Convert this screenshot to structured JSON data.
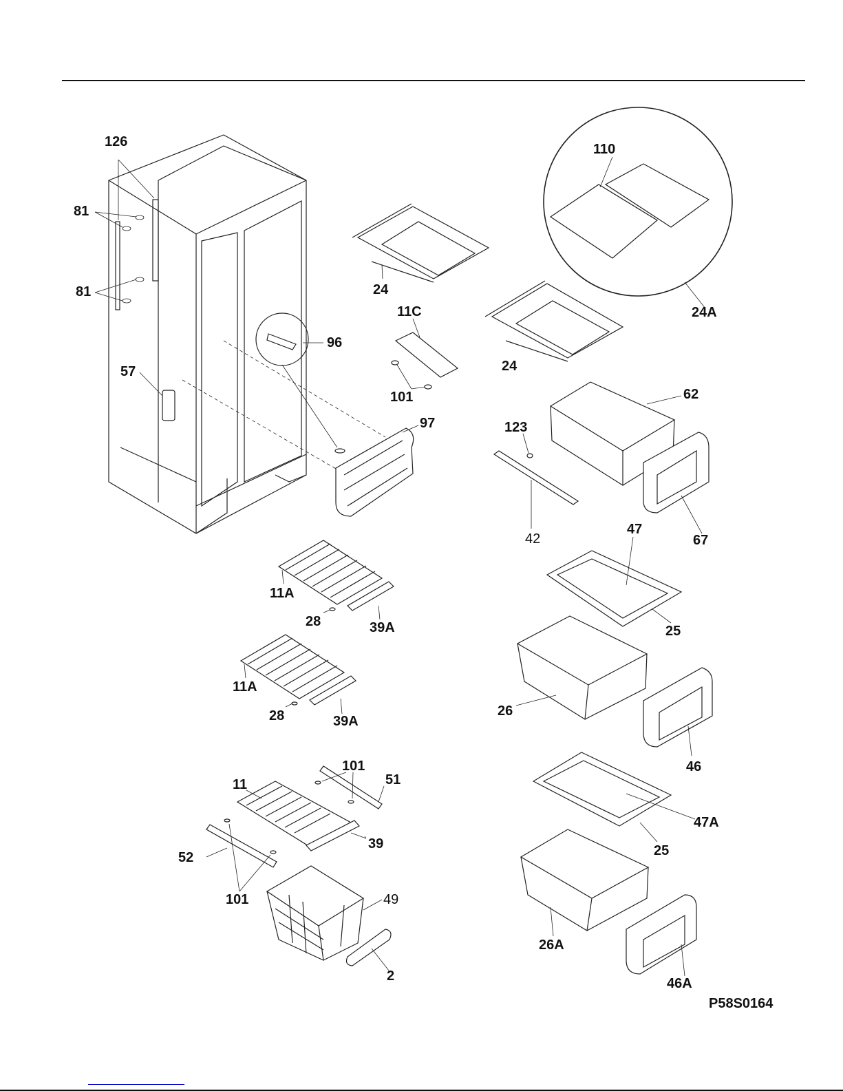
{
  "document": {
    "drawing_id": "P58S0164",
    "title": "Refrigerator cabinet and shelves exploded parts diagram"
  },
  "callouts": [
    {
      "id": "126",
      "weight": "bold"
    },
    {
      "id": "81",
      "weight": "bold"
    },
    {
      "id": "81",
      "weight": "bold"
    },
    {
      "id": "57",
      "weight": "bold"
    },
    {
      "id": "96",
      "weight": "bold"
    },
    {
      "id": "97",
      "weight": "bold"
    },
    {
      "id": "24",
      "weight": "bold"
    },
    {
      "id": "11C",
      "weight": "bold"
    },
    {
      "id": "101",
      "weight": "bold"
    },
    {
      "id": "24",
      "weight": "bold"
    },
    {
      "id": "110",
      "weight": "bold"
    },
    {
      "id": "24A",
      "weight": "bold"
    },
    {
      "id": "62",
      "weight": "bold"
    },
    {
      "id": "123",
      "weight": "bold"
    },
    {
      "id": "42",
      "weight": "normal"
    },
    {
      "id": "67",
      "weight": "bold"
    },
    {
      "id": "47",
      "weight": "bold"
    },
    {
      "id": "11A",
      "weight": "bold"
    },
    {
      "id": "28",
      "weight": "bold"
    },
    {
      "id": "39A",
      "weight": "bold"
    },
    {
      "id": "25",
      "weight": "bold"
    },
    {
      "id": "26",
      "weight": "bold"
    },
    {
      "id": "11A",
      "weight": "bold"
    },
    {
      "id": "28",
      "weight": "bold"
    },
    {
      "id": "39A",
      "weight": "bold"
    },
    {
      "id": "46",
      "weight": "bold"
    },
    {
      "id": "101",
      "weight": "bold"
    },
    {
      "id": "51",
      "weight": "bold"
    },
    {
      "id": "11",
      "weight": "bold"
    },
    {
      "id": "47A",
      "weight": "bold"
    },
    {
      "id": "39",
      "weight": "bold"
    },
    {
      "id": "25",
      "weight": "bold"
    },
    {
      "id": "52",
      "weight": "bold"
    },
    {
      "id": "49",
      "weight": "normal"
    },
    {
      "id": "101",
      "weight": "bold"
    },
    {
      "id": "26A",
      "weight": "bold"
    },
    {
      "id": "2",
      "weight": "bold"
    },
    {
      "id": "46A",
      "weight": "bold"
    }
  ]
}
